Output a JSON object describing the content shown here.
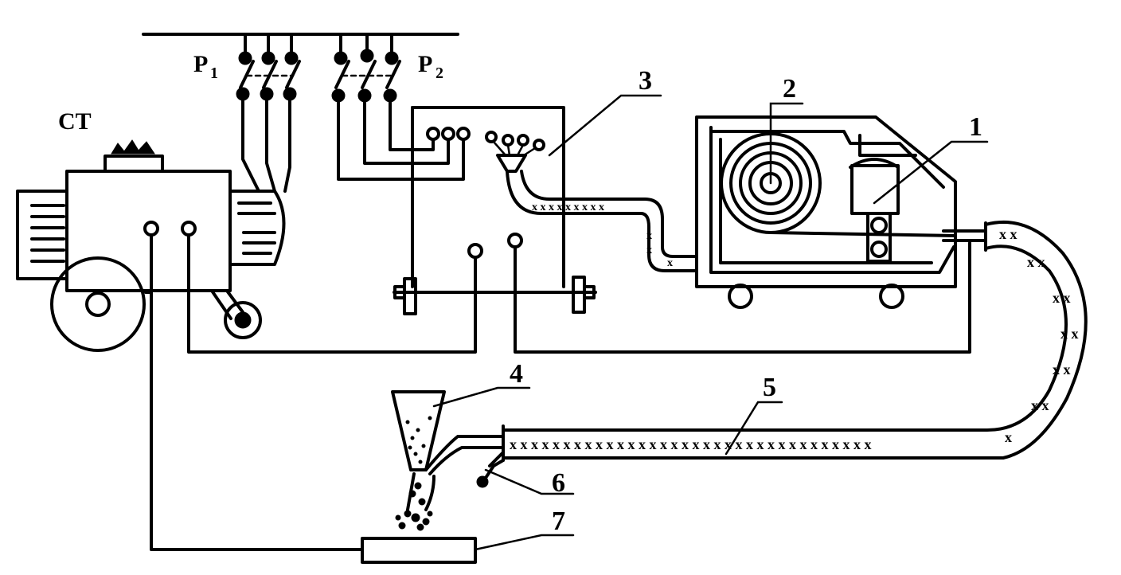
{
  "labels": {
    "ct": "CT",
    "p1_main": "P",
    "p1_sub": "1",
    "p2_main": "P",
    "p2_sub": "2",
    "n1": "1",
    "n2": "2",
    "n3": "3",
    "n4": "4",
    "n5": "5",
    "n6": "6",
    "n7": "7"
  }
}
